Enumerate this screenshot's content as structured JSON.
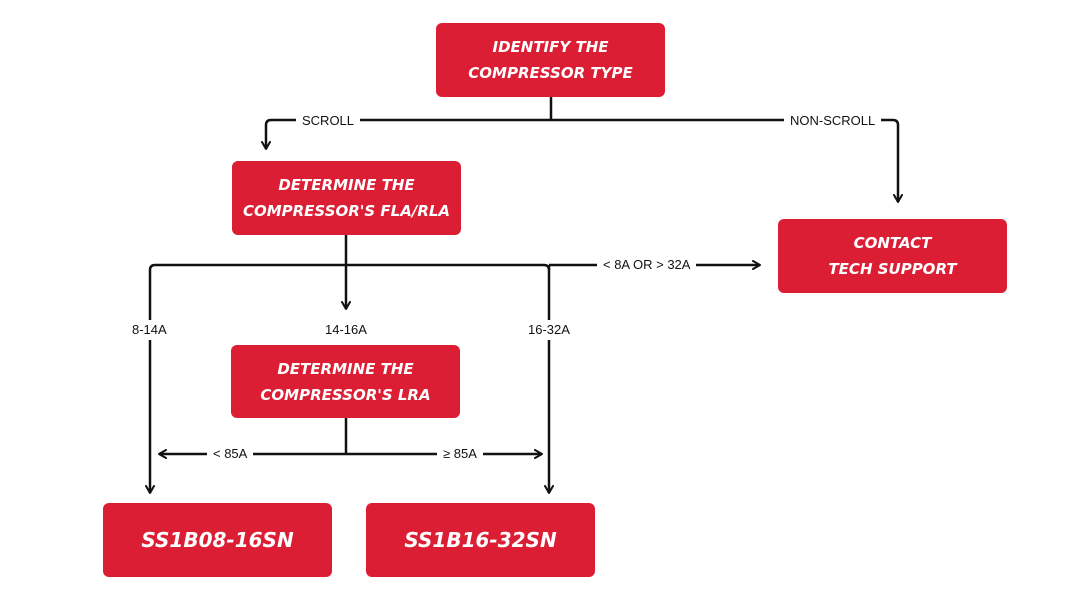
{
  "colors": {
    "node_fill": "#dc1e35",
    "node_text": "#ffffff",
    "connector": "#111111",
    "background": "#ffffff"
  },
  "nodes": {
    "identify": {
      "line1": "IDENTIFY THE",
      "line2": "COMPRESSOR TYPE"
    },
    "fla_rla": {
      "line1": "DETERMINE THE",
      "line2": "COMPRESSOR'S FLA/RLA"
    },
    "tech_support": {
      "line1": "CONTACT",
      "line2": "TECH SUPPORT"
    },
    "lra": {
      "line1": "DETERMINE THE",
      "line2": "COMPRESSOR'S LRA"
    },
    "ss1b08": {
      "label": "SS1B08-16SN"
    },
    "ss1b16": {
      "label": "SS1B16-32SN"
    }
  },
  "edge_labels": {
    "scroll": "SCROLL",
    "non_scroll": "NON-SCROLL",
    "out_of_range": "< 8A OR > 32A",
    "range_8_14": "8-14A",
    "range_14_16": "14-16A",
    "range_16_32": "16-32A",
    "lra_low": "< 85A",
    "lra_high": "≥ 85A"
  }
}
